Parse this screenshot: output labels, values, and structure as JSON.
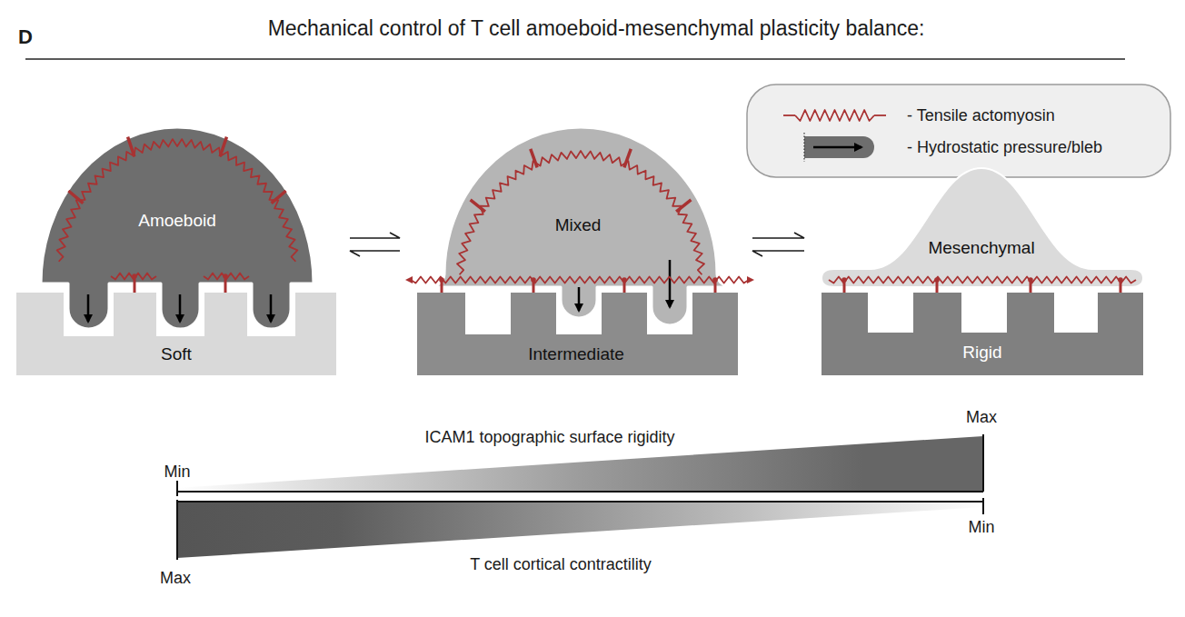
{
  "diagram": {
    "title": "Mechanical control of T cell amoeboid-mesenchymal plasticity balance:",
    "nodes": [
      {
        "text": [
          "Amoeboid"
        ]
      },
      {
        "text": [
          "Mixed"
        ]
      },
      {
        "text": [
          "Mesenchymal"
        ]
      },
      {
        "text": [
          "Soft"
        ]
      },
      {
        "text": [
          "Intermediate"
        ]
      },
      {
        "text": [
          "Rigid"
        ]
      }
    ],
    "edges": [
      {
        "from": 0,
        "to": 1,
        "arrow": "both"
      },
      {
        "from": 1,
        "to": 2,
        "arrow": "both"
      }
    ],
    "labels": [
      "D",
      "Min",
      "Max",
      "ICAM1 topographic surface rigidity",
      "Max",
      "Min",
      "T cell cortical contractility"
    ],
    "legend": [
      {
        "text": "- Tensile actomyosin"
      },
      {
        "text": "- Hydrostatic pressure/bleb"
      }
    ]
  }
}
